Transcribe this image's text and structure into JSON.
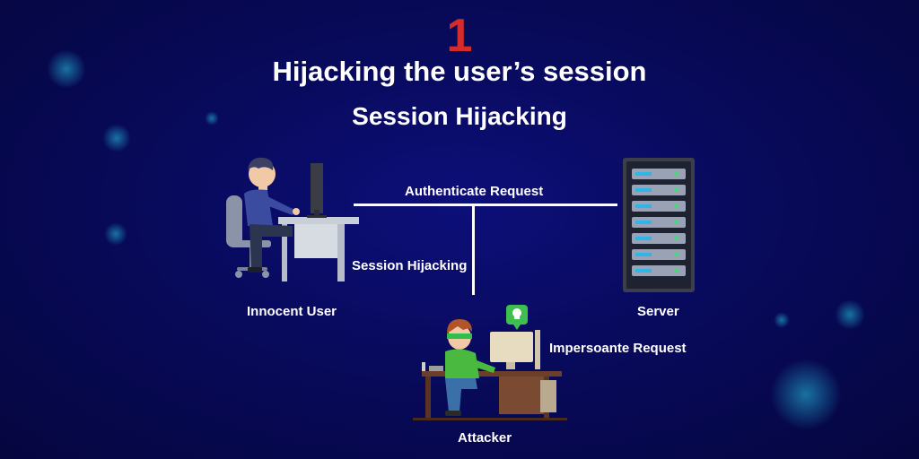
{
  "step_number": "1",
  "title": "Hijacking the user’s session",
  "subtitle": "Session Hijacking",
  "labels": {
    "authenticate_request": "Authenticate Request",
    "session_hijacking": "Session Hijacking",
    "innocent_user": "Innocent User",
    "server": "Server",
    "impersonate_request": "Impersoante Request",
    "attacker": "Attacker"
  },
  "colors": {
    "background": "#080a5c",
    "accent_red": "#d62b2b",
    "text": "#ffffff",
    "glow": "#28c8e6"
  }
}
